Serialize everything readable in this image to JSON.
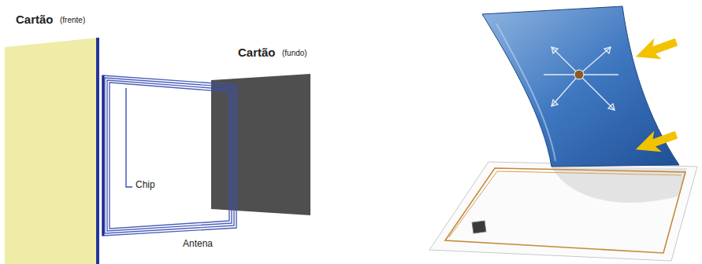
{
  "diagram": {
    "nodes": [
      {
        "text": [
          "Cartão",
          "(frente)"
        ]
      },
      {
        "text": [
          "Cartão",
          "(fundo)"
        ]
      }
    ],
    "labels": [
      "Chip",
      "Antena"
    ]
  }
}
